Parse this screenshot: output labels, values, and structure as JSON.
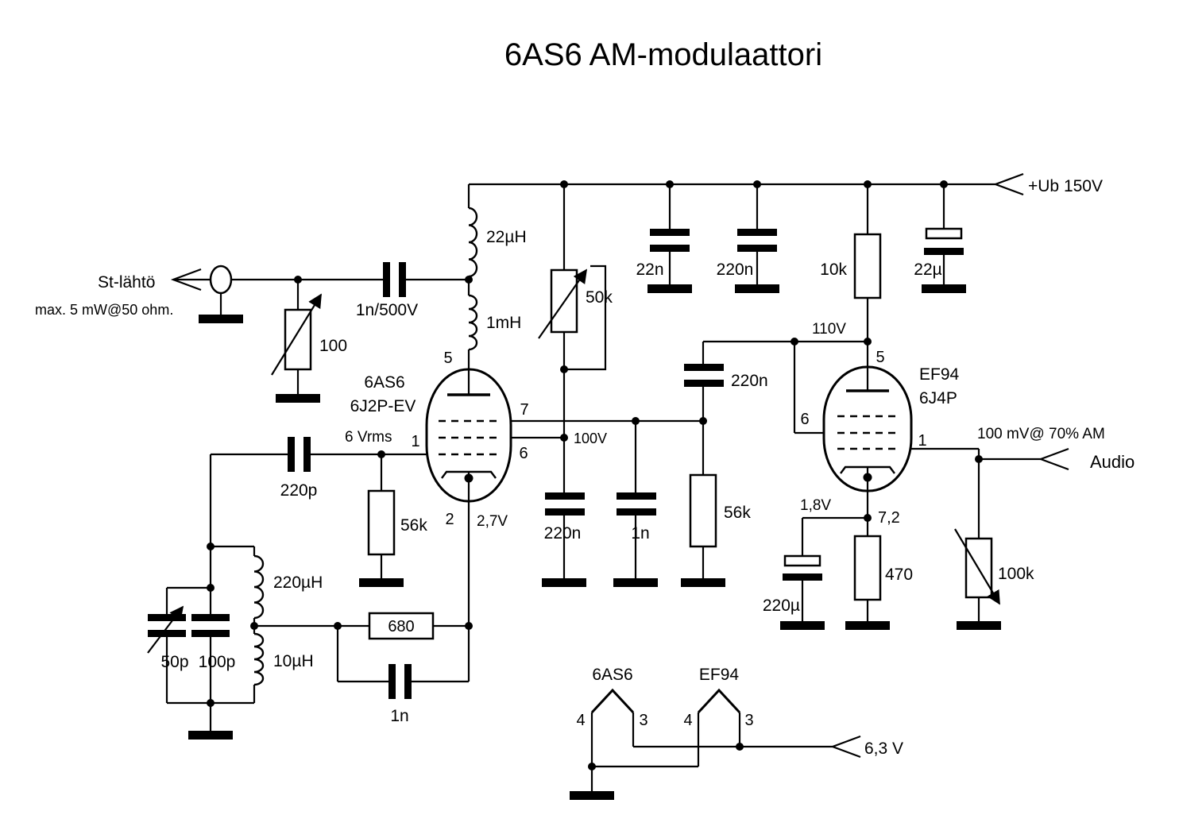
{
  "title": "6AS6 AM-modulaattori",
  "io": {
    "supply": "+Ub 150V",
    "output": "St-lähtö",
    "output_note": "max. 5 mW@50 ohm.",
    "audio_note": "100 mV@ 70% AM",
    "audio": "Audio",
    "heater_supply": "6,3 V"
  },
  "tube1": {
    "name": "6AS6",
    "alt": "6J2P-EV",
    "pin_plate": "5",
    "pin_g3": "7",
    "pin_g2": "6",
    "pin_g1": "1",
    "pin_cathode": "2",
    "grid_drive": "6 Vrms",
    "cathode_v": "2,7V",
    "screen_v": "100V"
  },
  "tube2": {
    "name": "EF94",
    "alt": "6J4P",
    "pin_plate": "5",
    "pin_g2": "6",
    "pin_g1": "1",
    "pin_cathode": "7,2",
    "cathode_v": "1,8V",
    "plate_v": "110V"
  },
  "components": {
    "l_rfc1": "22µH",
    "l_rfc2": "1mH",
    "c_out": "1n/500V",
    "pot_out": "100",
    "c_grid": "220p",
    "r_grid": "56k",
    "l_tank1": "220µH",
    "l_tank2": "10µH",
    "c_tank_var": "50p",
    "c_tank": "100p",
    "r_cath": "680",
    "c_cath": "1n",
    "pot_screen": "50k",
    "c_decouple1": "22n",
    "c_decouple2": "220n",
    "c_screen": "220n",
    "c_g3": "1n",
    "r_g3": "56k",
    "c_couple": "220n",
    "r_plate": "10k",
    "c_decouple3": "22µ",
    "r_cath2": "470",
    "c_cath2": "220µ",
    "pot_audio": "100k"
  },
  "heater": {
    "t1": "6AS6",
    "t2": "EF94",
    "t1_pin4": "4",
    "t1_pin3": "3",
    "t2_pin4": "4",
    "t2_pin3": "3"
  }
}
